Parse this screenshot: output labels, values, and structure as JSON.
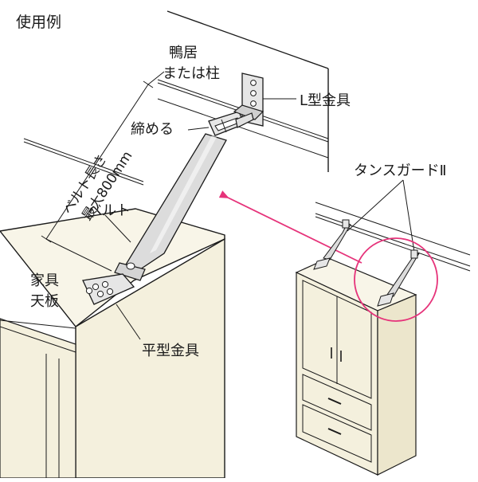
{
  "title": "使用例",
  "labels": {
    "kamoi_line1": "鴨居",
    "kamoi_line2": "または柱",
    "l_bracket": "L型金具",
    "tighten": "締める",
    "belt_length_line1": "ベルト長さ",
    "belt_length_line2": "最大800mm",
    "belt": "ベルト",
    "furniture_line1": "家具",
    "furniture_line2": "天板",
    "flat_bracket": "平型金具",
    "product": "タンスガードⅡ"
  },
  "colors": {
    "line": "#1a1a1a",
    "wall": "#ffffff",
    "wood_face": "#f4f0dd",
    "wood_top": "#f8f5e8",
    "belt_fill": "#dcdcdc",
    "metal": "#e6e6e6",
    "arrow": "#e6337a"
  }
}
